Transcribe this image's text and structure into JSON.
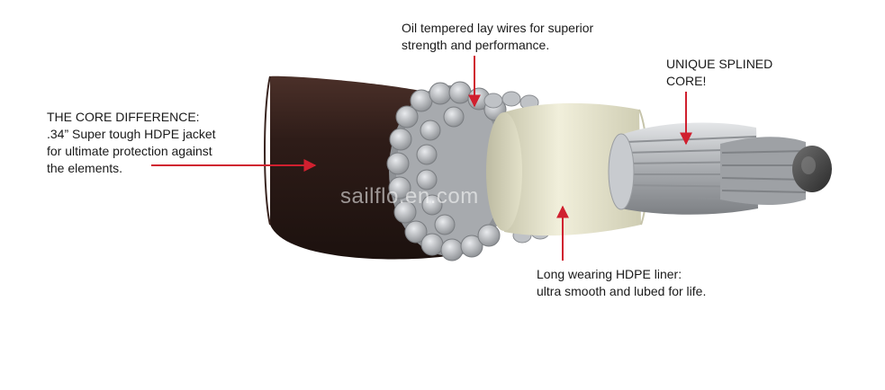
{
  "colors": {
    "arrow": "#d0202f",
    "jacket": "#2e1c18",
    "liner": "#e6e4cc",
    "wire": "#b3b6ba",
    "core": "#454545"
  },
  "labels": {
    "jacket": "THE CORE DIFFERENCE:\n.34” Super tough HDPE jacket\nfor ultimate protection against\nthe elements.",
    "lay_wires": "Oil tempered lay wires for superior\nstrength and performance.",
    "splined_core": "UNIQUE SPLINED\nCORE!",
    "liner": "Long wearing HDPE liner:\nultra smooth and lubed for life."
  },
  "watermark": "sailflo.en.com"
}
